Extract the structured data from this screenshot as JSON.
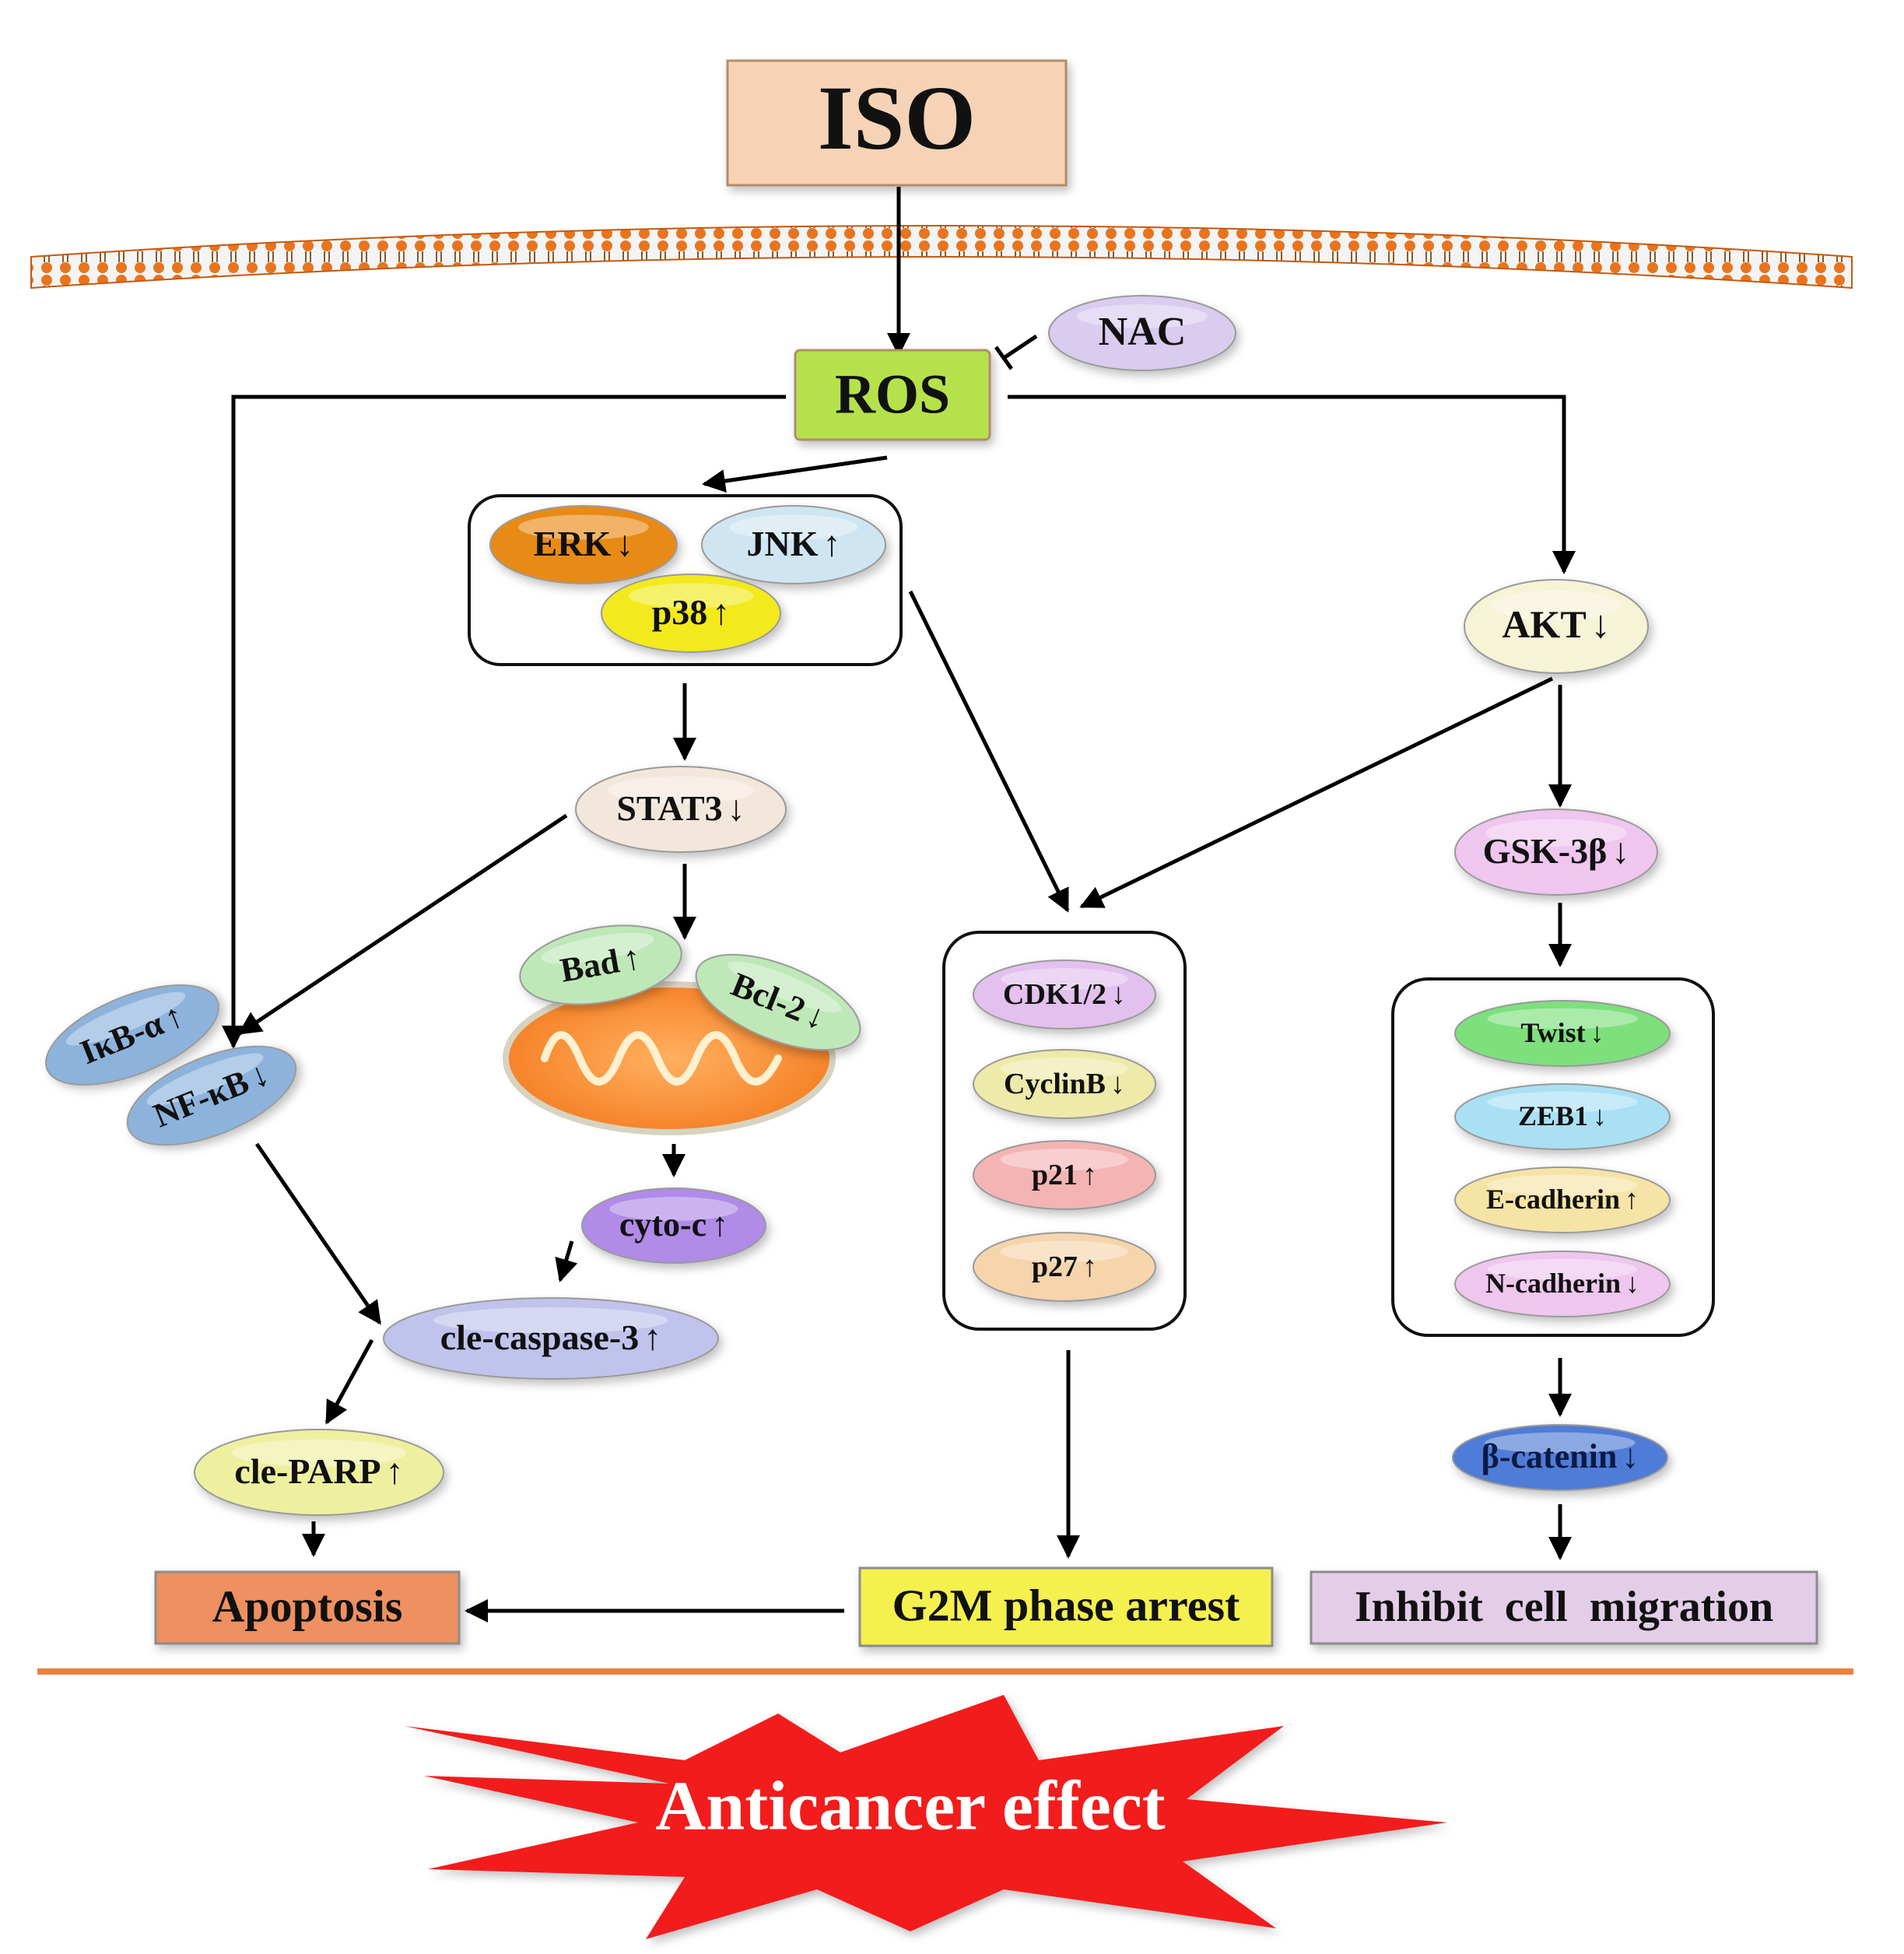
{
  "nodes": {
    "iso": "ISO",
    "nac": "NAC",
    "ros": "ROS",
    "erk": "ERK",
    "jnk": "JNK",
    "p38": "p38",
    "akt": "AKT",
    "stat3": "STAT3",
    "gsk3b": "GSK-3β",
    "bad": "Bad",
    "bcl2": "Bcl-2",
    "ikba": "IκB-α",
    "nfkb": "NF-κB",
    "cdk12": "CDK1/2",
    "cyclinb": "CyclinB",
    "p21": "p21",
    "p27": "p27",
    "twist": "Twist",
    "zeb1": "ZEB1",
    "ecadherin": "E-cadherin",
    "ncadherin": "N-cadherin",
    "cytoc": "cyto-c",
    "clecaspase3": "cle-caspase-3",
    "cleparp": "cle-PARP",
    "bcatenin": "β-catenin"
  },
  "regulation": {
    "up": "↑",
    "down": "↓",
    "erk": "down",
    "jnk": "up",
    "p38": "up",
    "akt": "down",
    "stat3": "down",
    "gsk3b": "down",
    "bad": "up",
    "bcl2": "down",
    "ikba": "up",
    "nfkb": "down",
    "cdk12": "down",
    "cyclinb": "down",
    "p21": "up",
    "p27": "up",
    "twist": "down",
    "zeb1": "down",
    "ecadherin": "up",
    "ncadherin": "down",
    "cytoc": "up",
    "clecaspase3": "up",
    "cleparp": "up",
    "bcatenin": "down"
  },
  "outcomes": {
    "apoptosis": "Apoptosis",
    "g2m": "G2M phase arrest",
    "migration": "Inhibit  cell  migration"
  },
  "effect": "Anticancer effect",
  "colors": {
    "iso": "#f6d3b6",
    "ros": "#b5e24c",
    "nac": "#d9ccee",
    "erk": "#e88a12",
    "jnk": "#cfe6f2",
    "p38": "#f2ea1a",
    "akt": "#f6f3d6",
    "stat3": "#f3e7dc",
    "gsk3b": "#efc6ee",
    "bad": "#bfe8b8",
    "bcl2": "#bfe8b8",
    "ikba": "#8db3dc",
    "nfkb": "#8db3dc",
    "cdk12": "#e3c0ee",
    "cyclinb": "#eeeaaa",
    "p21": "#f4b4b4",
    "p27": "#f6d4ac",
    "twist": "#7de07d",
    "zeb1": "#a9e0f4",
    "ecadherin": "#f6e4a6",
    "ncadherin": "#efc6ee",
    "cytoc": "#b08be8",
    "clecaspase3": "#c0c4ec",
    "cleparp": "#eef0a0",
    "bcatenin": "#4f7cd6",
    "apoptosis": "#ee9060",
    "g2m": "#f4f04e",
    "migration": "#e4cde8",
    "membrane": "#e8741e",
    "divider": "#e9823e",
    "burst": "#f21e1e"
  }
}
